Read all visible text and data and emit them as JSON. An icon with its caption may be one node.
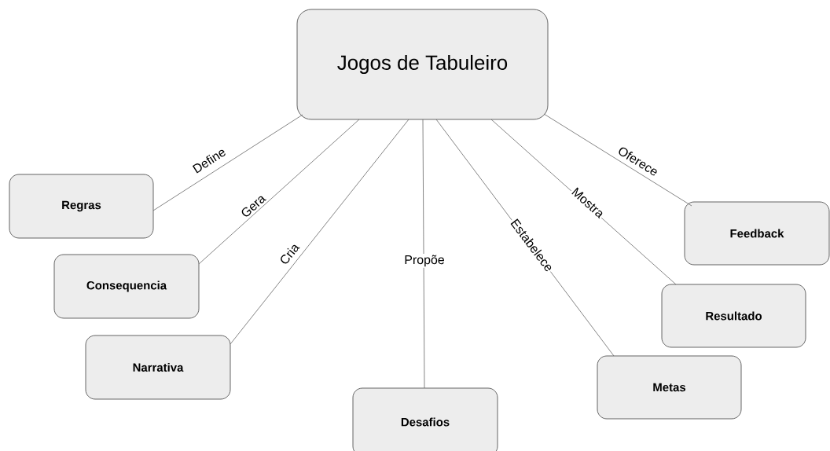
{
  "diagram": {
    "nodes": [
      {
        "text": [
          "Jogos de Tabuleiro"
        ]
      },
      {
        "text": [
          "Regras"
        ]
      },
      {
        "text": [
          "Consequencia"
        ]
      },
      {
        "text": [
          "Narrativa"
        ]
      },
      {
        "text": [
          "Desafios"
        ]
      },
      {
        "text": [
          "Metas"
        ]
      },
      {
        "text": [
          "Resultado"
        ]
      },
      {
        "text": [
          "Feedback"
        ]
      }
    ],
    "edges": [
      {
        "from": 0,
        "to": 1,
        "arrow": "none",
        "label": "Define"
      },
      {
        "from": 0,
        "to": 2,
        "arrow": "none",
        "label": "Gera"
      },
      {
        "from": 0,
        "to": 3,
        "arrow": "none",
        "label": "Cria"
      },
      {
        "from": 0,
        "to": 4,
        "arrow": "none",
        "label": "Propõe"
      },
      {
        "from": 0,
        "to": 5,
        "arrow": "none",
        "label": "Estabelece"
      },
      {
        "from": 0,
        "to": 6,
        "arrow": "none",
        "label": "Mostra"
      },
      {
        "from": 0,
        "to": 7,
        "arrow": "none",
        "label": "Oferece"
      }
    ]
  }
}
